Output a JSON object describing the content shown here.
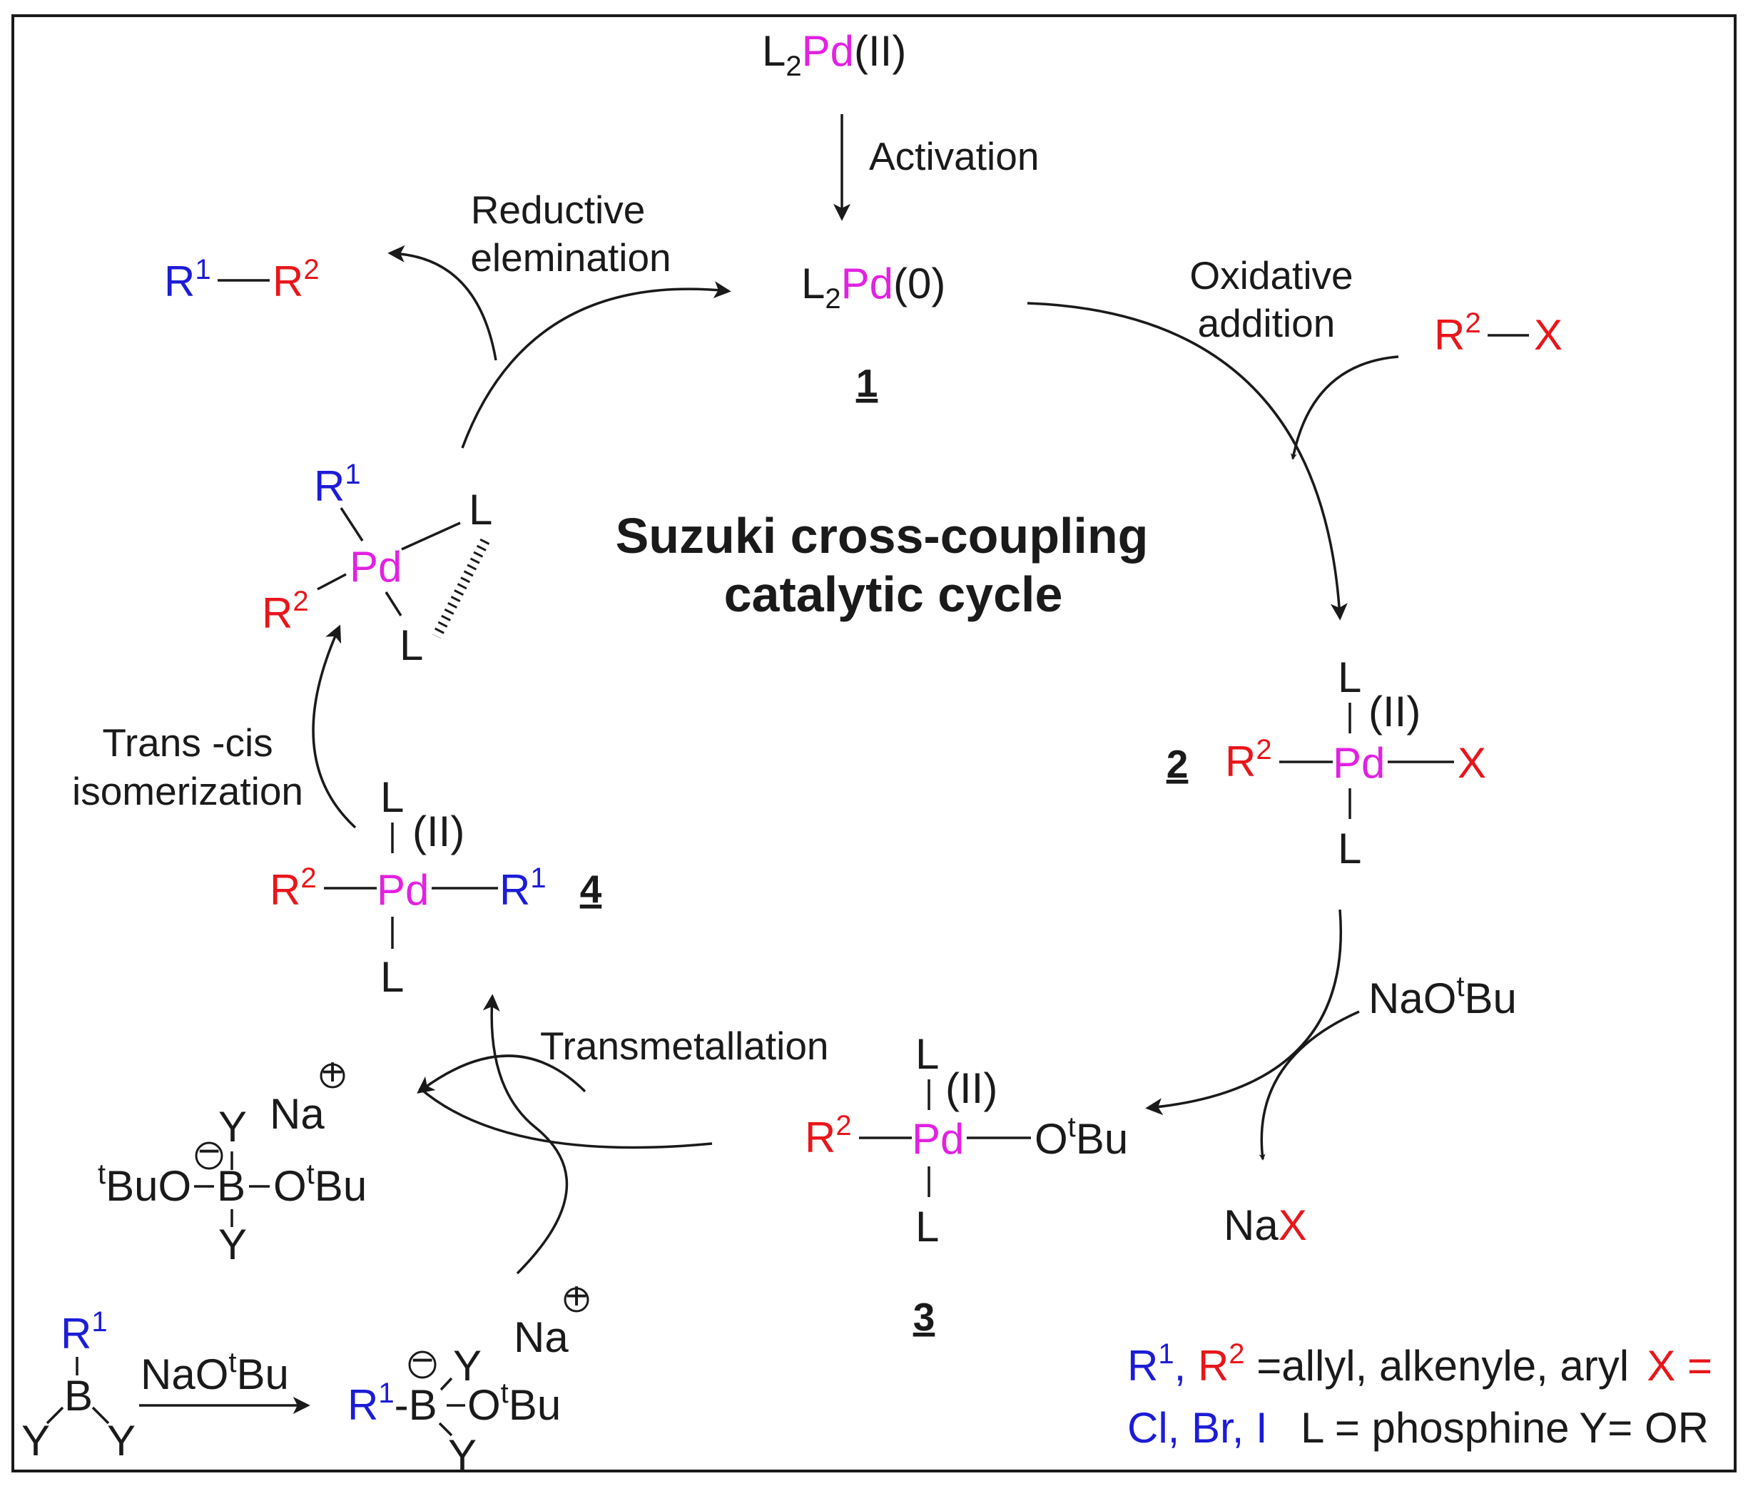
{
  "colors": {
    "r1": "#1c1cd6",
    "r2": "#e8161b",
    "pd": "#e221e2",
    "ink": "#1a1a1a"
  },
  "atoms": {
    "L": "L",
    "Pd": "Pd",
    "R": "R",
    "sup1": "1",
    "sup2": "2",
    "sub2": "2",
    "X": "X",
    "ox_II": "(II)",
    "ox_0": "(0)",
    "O": "O",
    "t": "t",
    "Bu": "Bu",
    "B": "B",
    "Y": "Y",
    "Na": "Na",
    "plus": "+",
    "minus": "−",
    "dash": "-"
  },
  "title": {
    "line1": "Suzuki cross-coupling",
    "line2": "catalytic cycle"
  },
  "steps": {
    "activation": "Activation",
    "oxidative_1": "Oxidative",
    "oxidative_2": "addition",
    "reductive_1": "Reductive",
    "reductive_2": "elemination",
    "transcis_1": "Trans -cis",
    "transcis_2": "isomerization",
    "transmetallation": "Transmetallation"
  },
  "complex_numbers": {
    "c1": "1",
    "c2": "2",
    "c3": "3",
    "c4": "4"
  },
  "reagents": {
    "na_otbu": "NaO",
    "nax_na": "Na"
  },
  "legend": {
    "l1_a": "R",
    "l1_sep": ", ",
    "l1_b": "R",
    "l1_text": " =allyl, alkenyle, aryl",
    "l1_x": "X =",
    "l2_hal": "Cl, Br, I",
    "l2_L": "L = phosphine",
    "l2_Y": "Y= OR"
  }
}
